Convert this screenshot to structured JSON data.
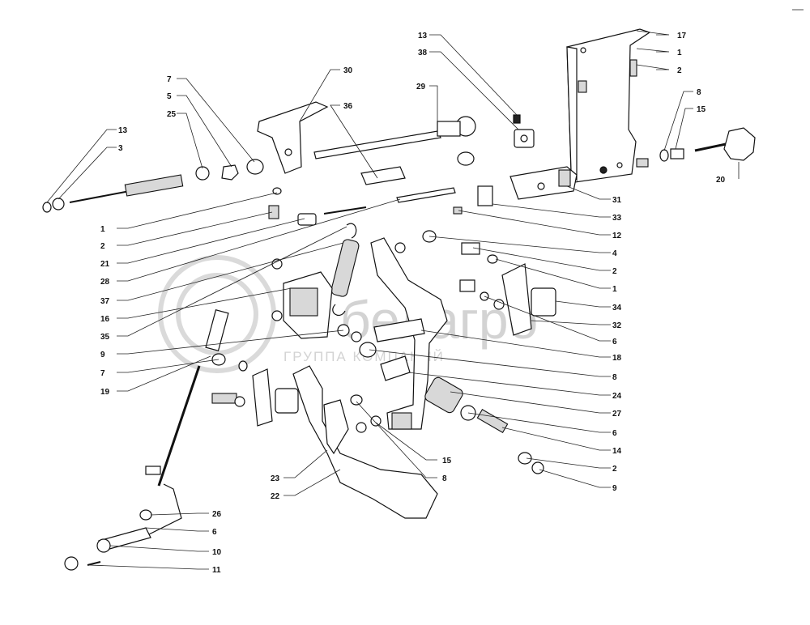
{
  "watermark": {
    "brand": "белагро",
    "subtitle": "ГРУППА КОМПАНИЙ"
  },
  "callouts": {
    "13a": "13",
    "38": "38",
    "17": "17",
    "1a": "1",
    "2a": "2",
    "7a": "7",
    "5": "5",
    "25": "25",
    "30": "30",
    "36": "36",
    "29": "29",
    "8a": "8",
    "15a": "15",
    "13b": "13",
    "3": "3",
    "20": "20",
    "31": "31",
    "33": "33",
    "12": "12",
    "1b": "1",
    "2b": "2",
    "21": "21",
    "28": "28",
    "4": "4",
    "2c": "2",
    "1c": "1",
    "37": "37",
    "16": "16",
    "35": "35",
    "9a": "9",
    "7b": "7",
    "19": "19",
    "34": "34",
    "32": "32",
    "6a": "6",
    "18": "18",
    "8b": "8",
    "24": "24",
    "27": "27",
    "6b": "6",
    "14": "14",
    "15b": "15",
    "8c": "8",
    "23": "23",
    "22": "22",
    "2d": "2",
    "9b": "9",
    "26": "26",
    "6c": "6",
    "10": "10",
    "11": "11"
  }
}
